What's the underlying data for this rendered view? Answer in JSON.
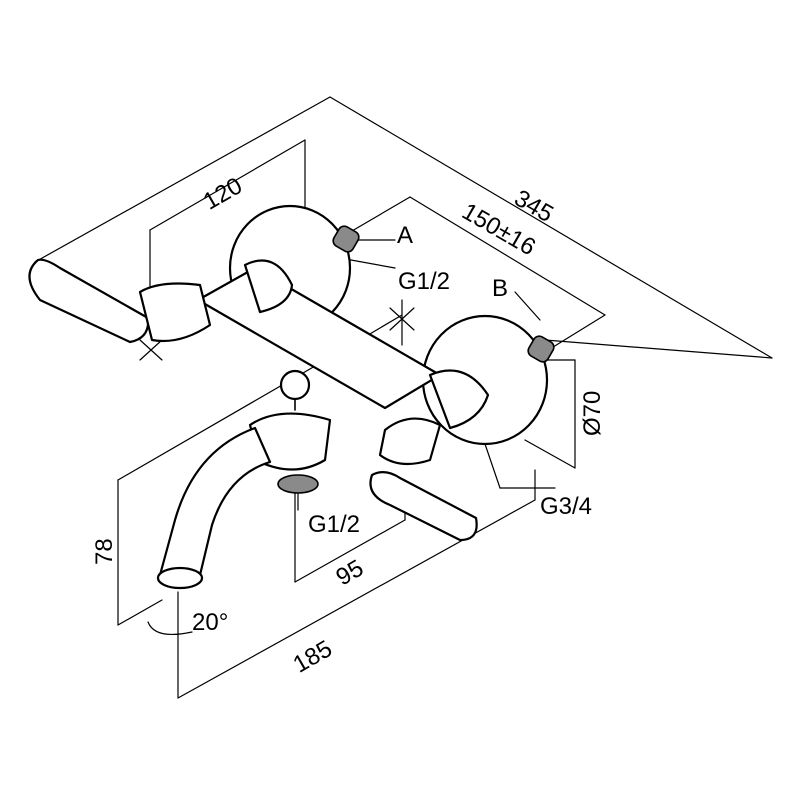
{
  "dimensions": {
    "top_width": "120",
    "overall_length": "345",
    "centers": "150±16",
    "diameter": "Ø70",
    "height": "78",
    "outlet_offset": "95",
    "spout_reach": "185",
    "spout_angle": "20°"
  },
  "connections": {
    "a": "A",
    "b": "B",
    "left_thread": "G1/2",
    "bottom_thread": "G1/2",
    "right_thread": "G3/4"
  }
}
